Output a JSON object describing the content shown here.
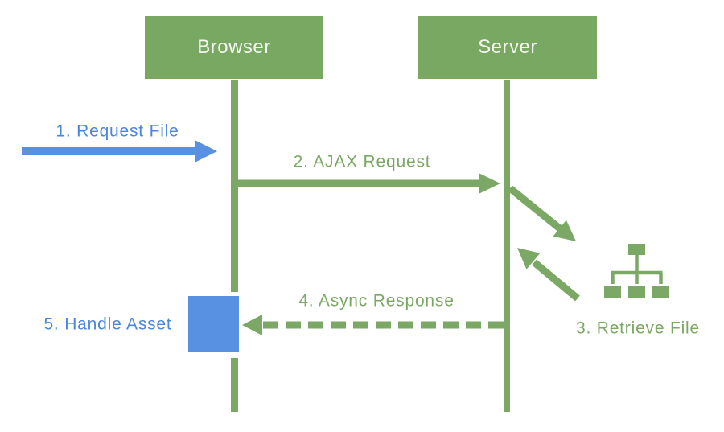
{
  "actors": [
    {
      "label": "Browser"
    },
    {
      "label": "Server"
    }
  ],
  "steps": {
    "request_file": {
      "label": "1. Request File"
    },
    "ajax_request": {
      "label": "2. AJAX Request"
    },
    "retrieve_file": {
      "label": "3. Retrieve File"
    },
    "async_response": {
      "label": "4. Async Response"
    },
    "handle_asset": {
      "label": "5. Handle Asset"
    }
  },
  "icons": {
    "file_tree": "sitemap-icon"
  },
  "colors": {
    "green": "#7BA864",
    "box_green": "#78A862",
    "blue": "#5890E2",
    "blue_text": "#4C86DC",
    "green_text": "#7BA864",
    "actor_label": "#F4F7F0"
  }
}
